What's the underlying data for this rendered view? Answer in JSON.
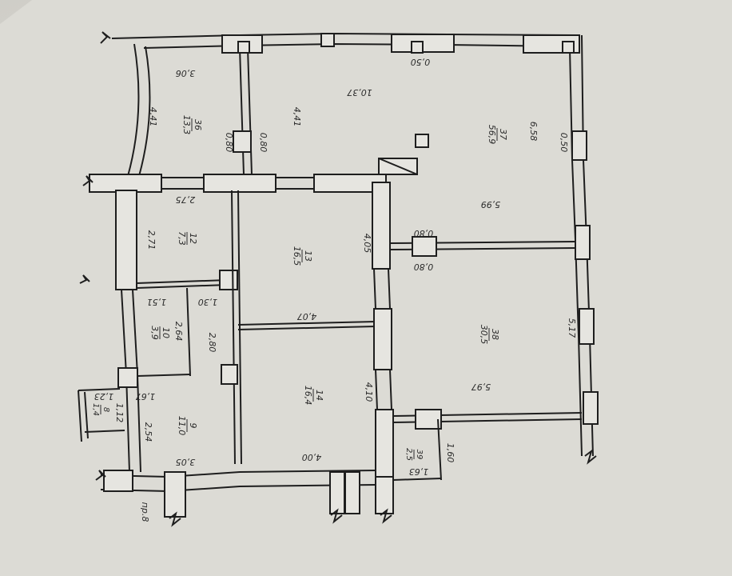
{
  "document": {
    "paper_color": "#dcdbd5",
    "ink_color": "#1e1e1e",
    "wall_fill": "#e6e5e0",
    "section_mark": "пр.8",
    "rooms": [
      {
        "number": "36",
        "area": "13,3"
      },
      {
        "number": "37",
        "area": "56,9"
      },
      {
        "number": "12",
        "area": "7,3"
      },
      {
        "number": "13",
        "area": "16,5"
      },
      {
        "number": "10",
        "area": "3,9"
      },
      {
        "number": "14",
        "area": "16,4"
      },
      {
        "number": "38",
        "area": "30,5"
      },
      {
        "number": "8",
        "area": "1,4"
      },
      {
        "number": "9",
        "area": "11,0"
      },
      {
        "number": "39",
        "area": "2,5"
      }
    ],
    "dimensions": [
      "3,06",
      "0,50",
      "10,37",
      "4,41",
      "4,41",
      "0,80",
      "0,80",
      "0,50",
      "6,58",
      "2,75",
      "2,71",
      "5,99",
      "0,80",
      "0,80",
      "4,05",
      "1,51",
      "1,30",
      "4,07",
      "2,64",
      "2,80",
      "5,17",
      "5,97",
      "1,23",
      "1,67",
      "1,12",
      "4,10",
      "2,54",
      "1,60",
      "3,05",
      "4,00",
      "1,63"
    ]
  }
}
